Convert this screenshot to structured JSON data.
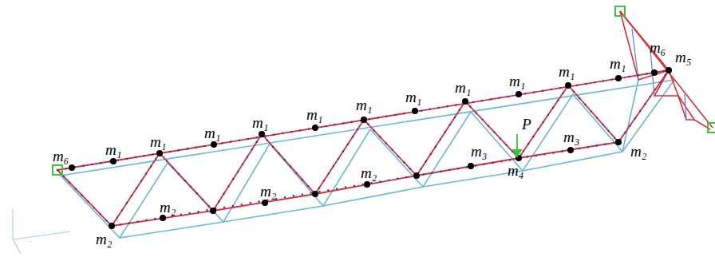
{
  "diagram": {
    "labels": [
      "m₆",
      "m₁",
      "m₁",
      "m₁",
      "m₁",
      "m₁",
      "m₁",
      "m₁",
      "m₁",
      "m₁",
      "m₁",
      "m₁",
      "m₆",
      "m₅",
      "P",
      "m₃",
      "m₃",
      "m₄",
      "m₂",
      "m₂",
      "m₂",
      "m₂",
      "m₂"
    ]
  }
}
